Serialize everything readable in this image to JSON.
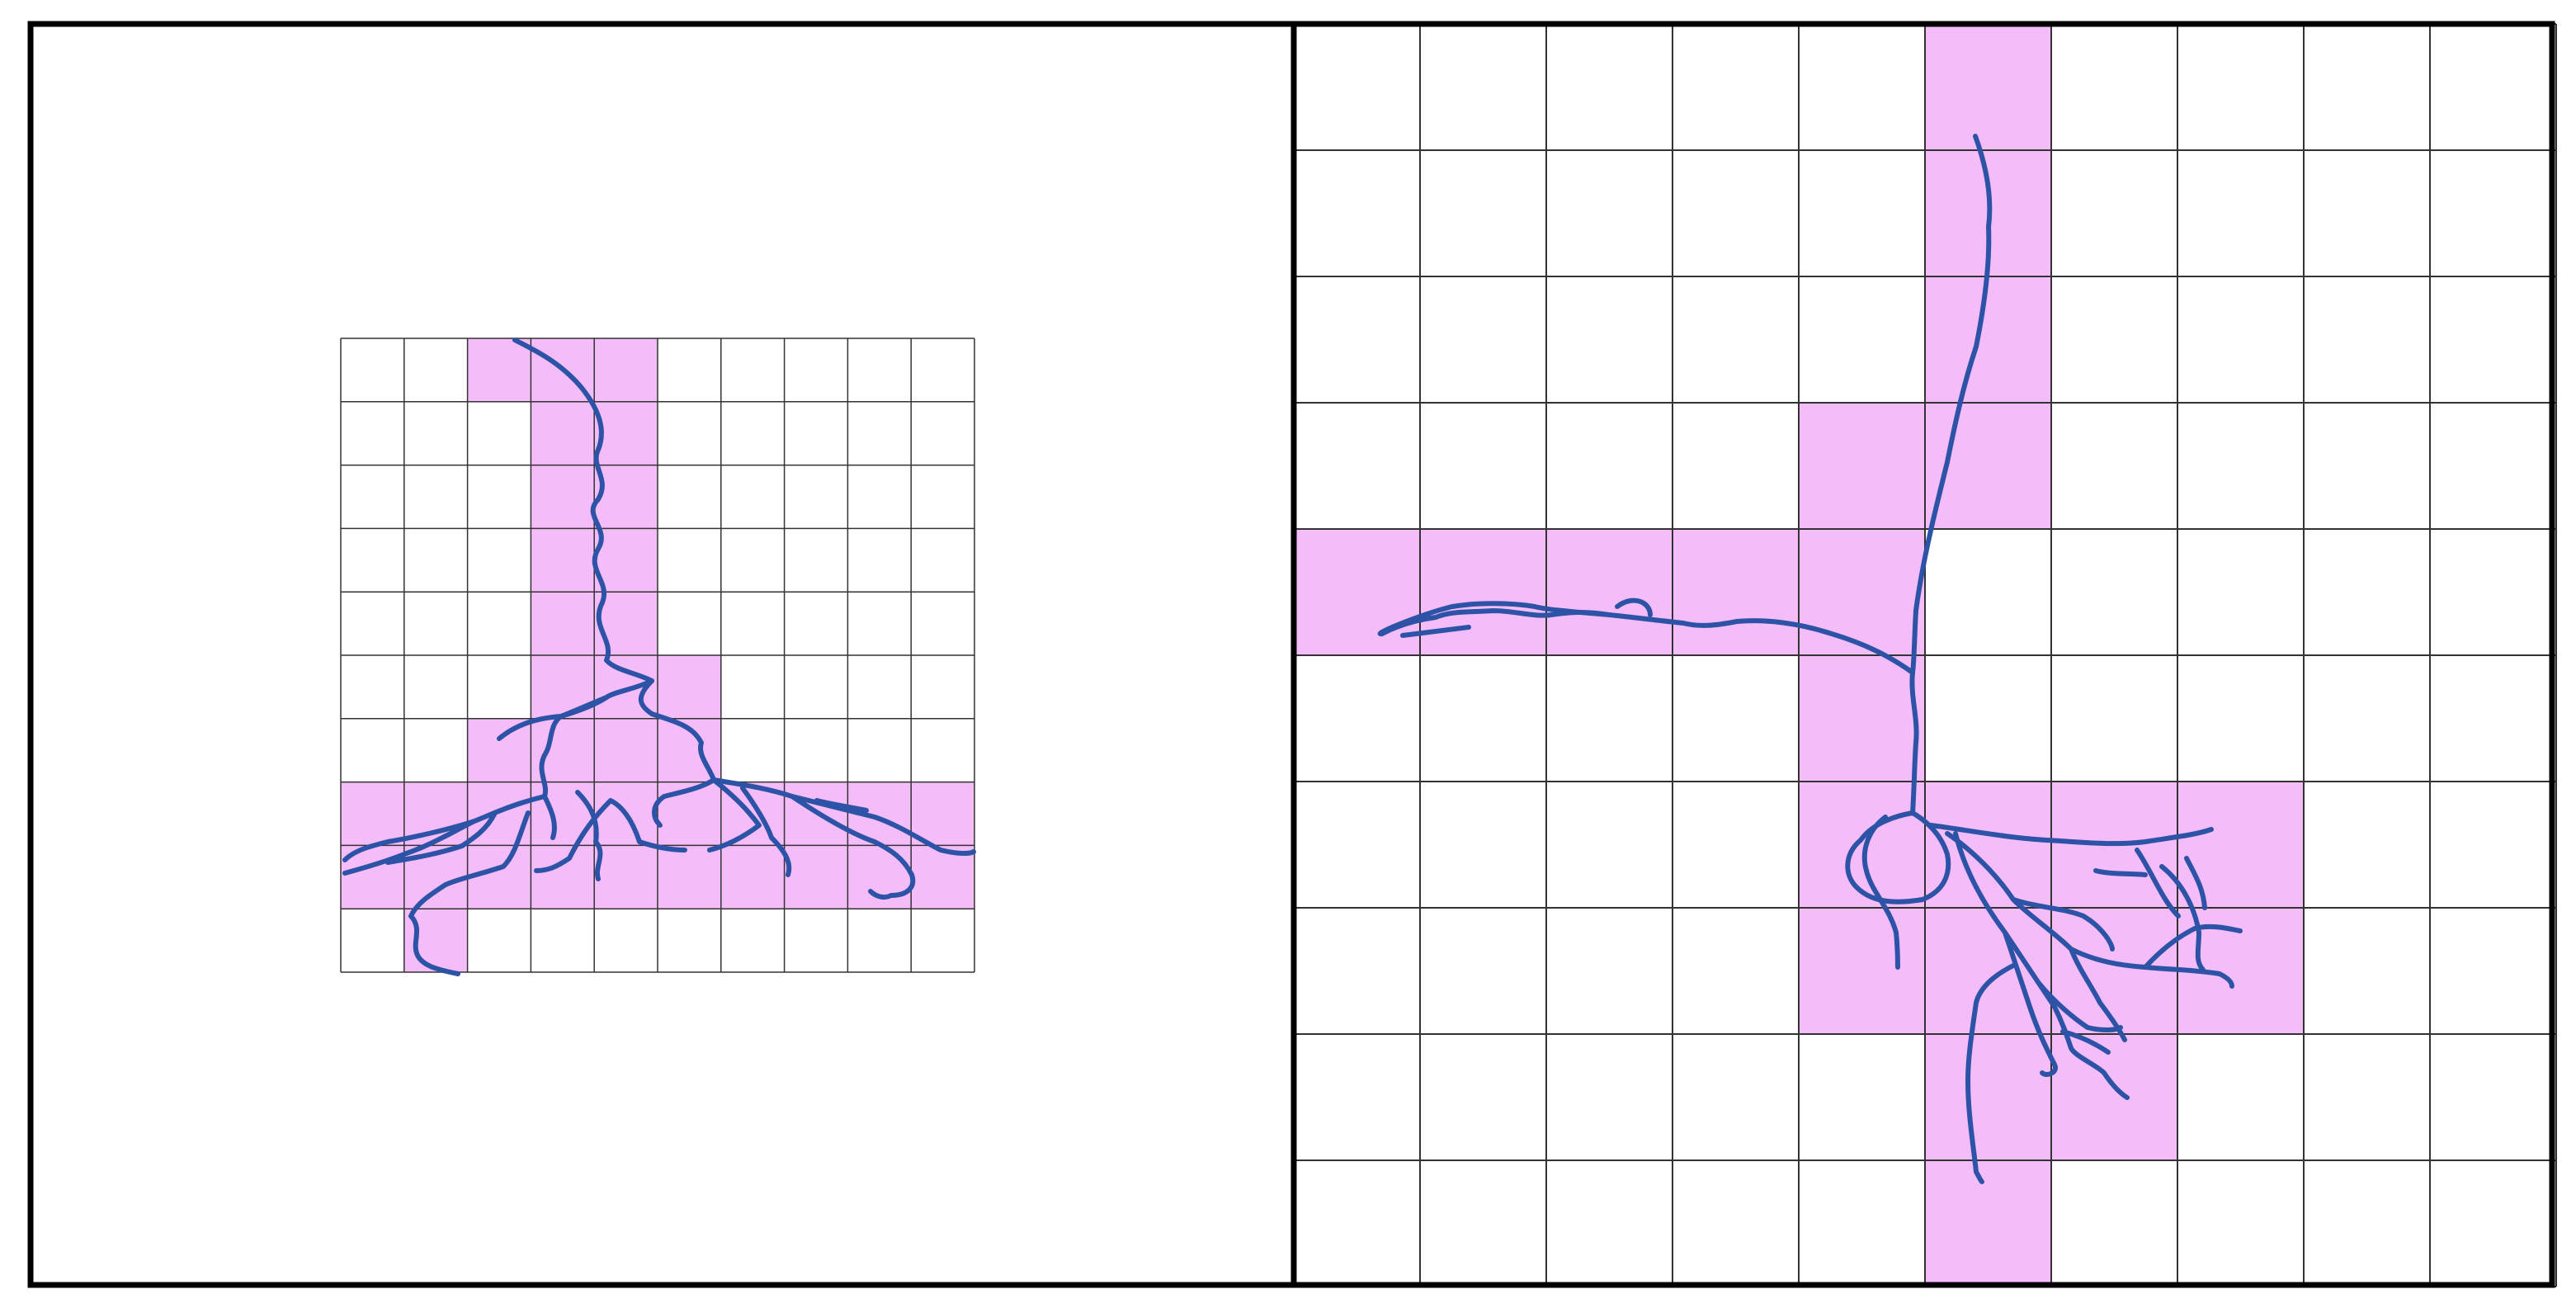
{
  "colors": {
    "background": "#ffffff",
    "frame": "#000000",
    "grid_line": "#333333",
    "highlight_cell": "#f5bcfa",
    "neuron": "#2c53a6"
  },
  "panels": [
    {
      "name": "panel-left",
      "description_visible_text": "",
      "grid": {
        "cols": 10,
        "rows": 10
      },
      "highlighted_cells": [
        [
          2,
          0
        ],
        [
          3,
          0
        ],
        [
          4,
          0
        ],
        [
          3,
          1
        ],
        [
          4,
          1
        ],
        [
          3,
          2
        ],
        [
          4,
          2
        ],
        [
          3,
          3
        ],
        [
          4,
          3
        ],
        [
          3,
          4
        ],
        [
          4,
          4
        ],
        [
          3,
          5
        ],
        [
          4,
          5
        ],
        [
          5,
          5
        ],
        [
          2,
          6
        ],
        [
          3,
          6
        ],
        [
          4,
          6
        ],
        [
          5,
          6
        ],
        [
          0,
          7
        ],
        [
          1,
          7
        ],
        [
          2,
          7
        ],
        [
          3,
          7
        ],
        [
          4,
          7
        ],
        [
          5,
          7
        ],
        [
          6,
          7
        ],
        [
          7,
          7
        ],
        [
          8,
          7
        ],
        [
          9,
          7
        ],
        [
          0,
          8
        ],
        [
          1,
          8
        ],
        [
          2,
          8
        ],
        [
          3,
          8
        ],
        [
          4,
          8
        ],
        [
          5,
          8
        ],
        [
          6,
          8
        ],
        [
          7,
          8
        ],
        [
          8,
          8
        ],
        [
          9,
          8
        ],
        [
          1,
          9
        ]
      ]
    },
    {
      "name": "panel-right",
      "description_visible_text": "",
      "grid": {
        "cols": 10,
        "rows": 10
      },
      "highlighted_cells": [
        [
          5,
          0
        ],
        [
          5,
          1
        ],
        [
          5,
          2
        ],
        [
          4,
          3
        ],
        [
          5,
          3
        ],
        [
          0,
          4
        ],
        [
          1,
          4
        ],
        [
          2,
          4
        ],
        [
          3,
          4
        ],
        [
          4,
          4
        ],
        [
          4,
          5
        ],
        [
          4,
          6
        ],
        [
          5,
          6
        ],
        [
          6,
          6
        ],
        [
          7,
          6
        ],
        [
          4,
          7
        ],
        [
          5,
          7
        ],
        [
          6,
          7
        ],
        [
          7,
          7
        ],
        [
          5,
          8
        ],
        [
          6,
          8
        ],
        [
          5,
          9
        ]
      ]
    }
  ]
}
